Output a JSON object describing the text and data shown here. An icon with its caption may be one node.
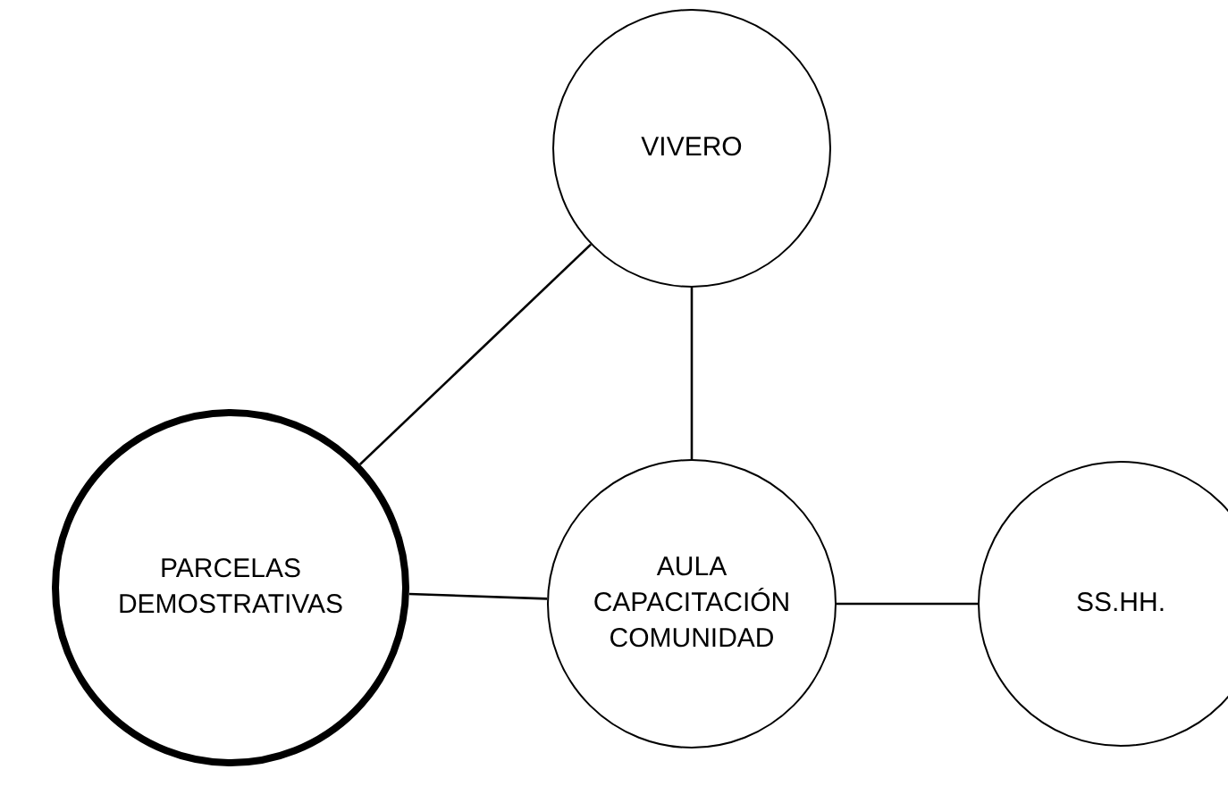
{
  "diagram": {
    "nodes": [
      {
        "text": [
          "VIVERO"
        ]
      },
      {
        "text": [
          "PARCELAS DEMOSTRATIVAS"
        ]
      },
      {
        "text": [
          "AULA CAPACITACIÓN COMUNIDAD"
        ]
      },
      {
        "text": [
          "SS.HH."
        ]
      }
    ],
    "edges": [
      {
        "from": 0,
        "to": 1,
        "arrow": "none"
      },
      {
        "from": 0,
        "to": 2,
        "arrow": "none"
      },
      {
        "from": 1,
        "to": 2,
        "arrow": "none"
      },
      {
        "from": 2,
        "to": 3,
        "arrow": "none"
      }
    ]
  }
}
